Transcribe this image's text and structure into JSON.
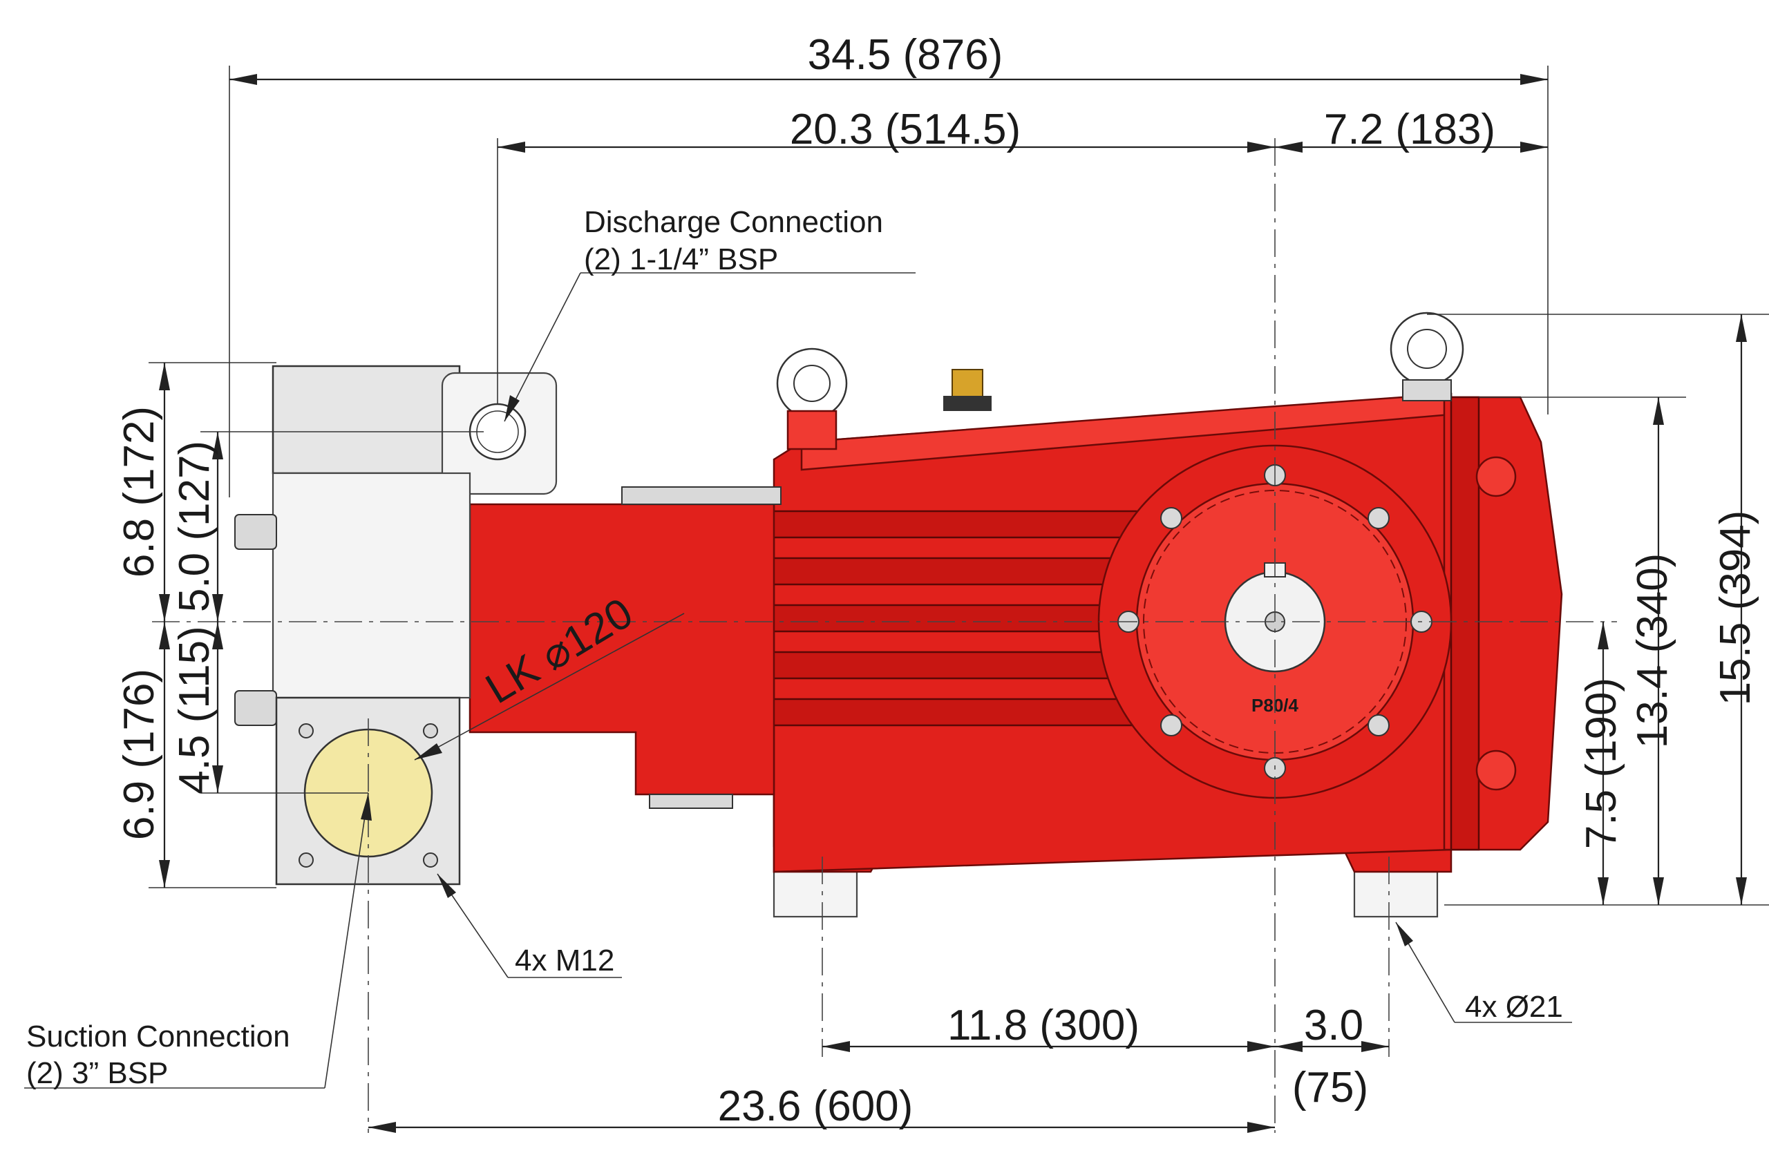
{
  "dimensions": {
    "overall_length": "34.5 (876)",
    "discharge_to_shaft": "20.3 (514.5)",
    "shaft_to_end": "7.2 (183)",
    "top_172": "6.8 (172)",
    "top_127": "5.0 (127)",
    "bottom_176": "6.9 (176)",
    "bottom_115": "4.5 (115)",
    "right_190": "7.5 (190)",
    "right_340": "13.4 (340)",
    "right_394": "15.5 (394)",
    "foot_spacing": "11.8 (300)",
    "foot_offset_inch": "3.0",
    "foot_offset_mm": "(75)",
    "suction_to_shaft": "23.6 (600)"
  },
  "callouts": {
    "discharge_line1": "Discharge Connection",
    "discharge_line2": "(2) 1-1/4” BSP",
    "suction_line1": "Suction Connection",
    "suction_line2": "(2) 3” BSP",
    "flange_bolts": "4x M12",
    "foot_holes": "4x Ø21",
    "bolt_circle": "LK ⌀120",
    "model": "P80/4"
  },
  "colors": {
    "body_red": "#e1211c",
    "brass_fitting": "#d7a32a",
    "suction_port": "#f3e8a3"
  }
}
